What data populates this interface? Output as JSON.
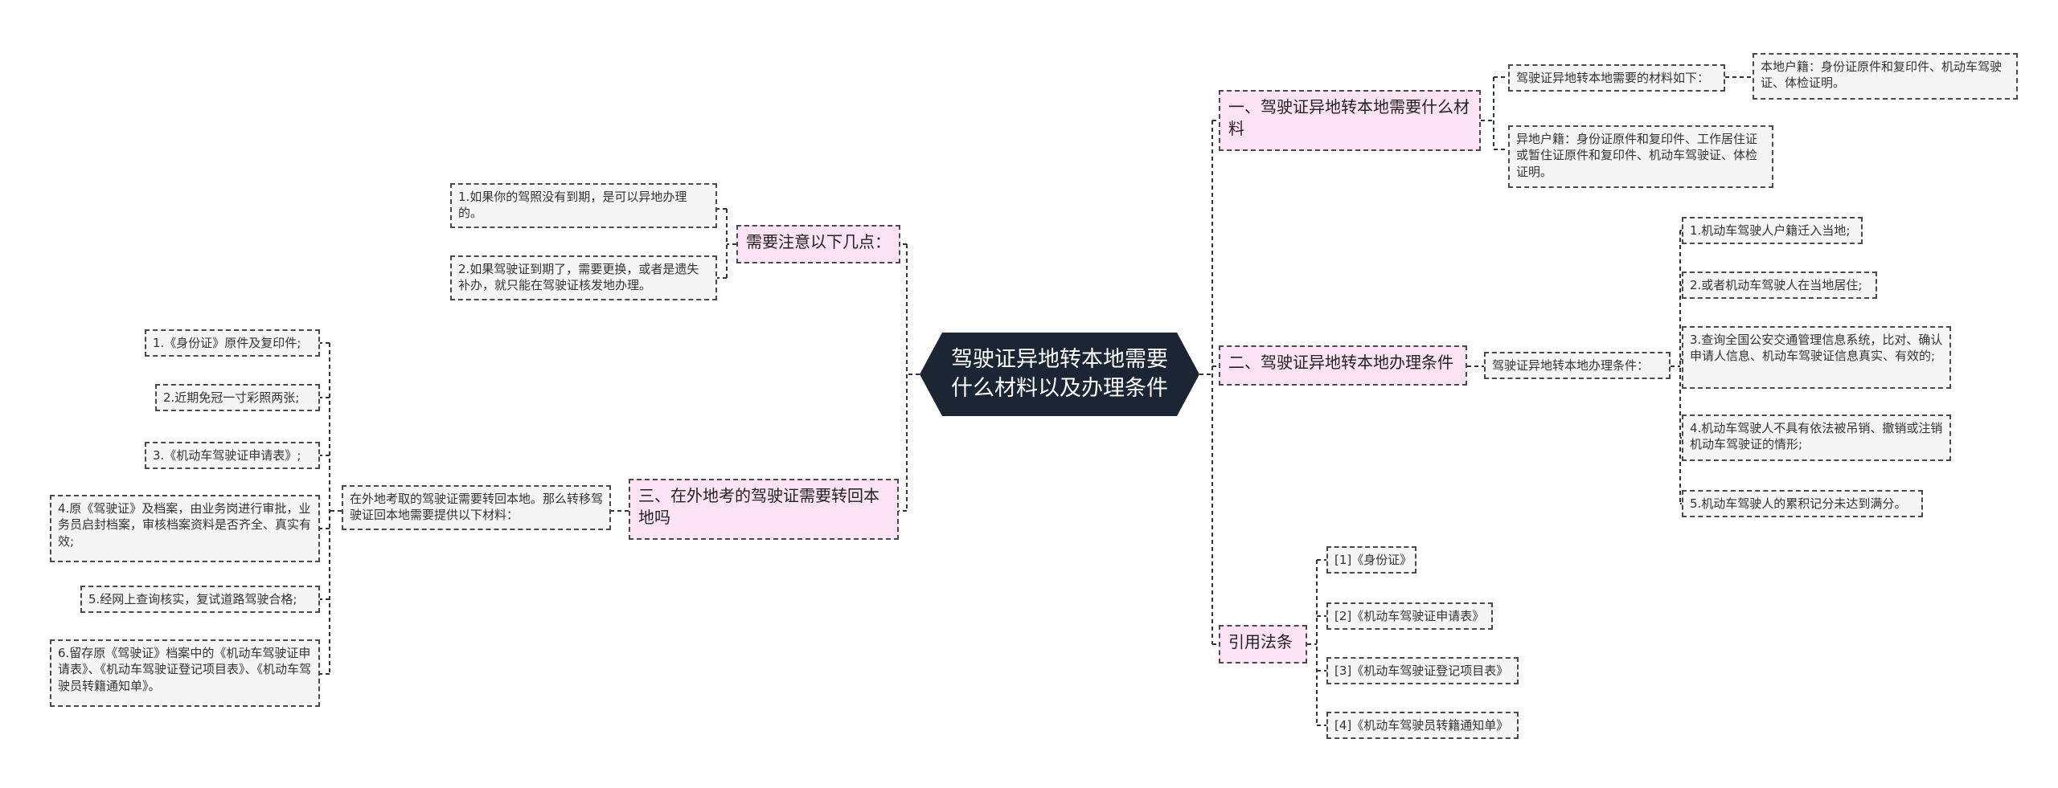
{
  "root": {
    "title": "驾驶证异地转本地需要什么材料以及办理条件"
  },
  "branches": {
    "materials": {
      "label": "一、驾驶证异地转本地需要什么材料",
      "sub": "驾驶证异地转本地需要的材料如下：",
      "local": "本地户籍：身份证原件和复印件、机动车驾驶证、体检证明。",
      "nonlocal": "异地户籍：身份证原件和复印件、工作居住证或暂住证原件和复印件、机动车驾驶证、体检证明。"
    },
    "conditions": {
      "label": "二、驾驶证异地转本地办理条件",
      "sub": "驾驶证异地转本地办理条件：",
      "items": [
        "1.机动车驾驶人户籍迁入当地;",
        "2.或者机动车驾驶人在当地居住;",
        "3.查询全国公安交通管理信息系统，比对、确认申请人信息、机动车驾驶证信息真实、有效的;",
        "4.机动车驾驶人不具有依法被吊销、撤销或注销机动车驾驶证的情形;",
        "5.机动车驾驶人的累积记分未达到满分。"
      ]
    },
    "references": {
      "label": "引用法条",
      "items": [
        "[1]《身份证》",
        "[2]《机动车驾驶证申请表》",
        "[3]《机动车驾驶证登记项目表》",
        "[4]《机动车驾驶员转籍通知单》"
      ]
    },
    "notes": {
      "label": "需要注意以下几点：",
      "items": [
        "1.如果你的驾照没有到期，是可以异地办理的。",
        "2.如果驾驶证到期了，需要更换，或者是遗失补办，就只能在驾驶证核发地办理。"
      ]
    },
    "transfer": {
      "label": "三、在外地考的驾驶证需要转回本地吗",
      "sub": "在外地考取的驾驶证需要转回本地。那么转移驾驶证回本地需要提供以下材料：",
      "items": [
        "1.《身份证》原件及复印件;",
        "2.近期免冠一寸彩照两张;",
        "3.《机动车驾驶证申请表》;",
        "4.原《驾驶证》及档案，由业务岗进行审批，业务员启封档案，审核档案资料是否齐全、真实有效;",
        "5.经网上查询核实，复试道路驾驶合格;",
        "6.留存原《驾驶证》档案中的《机动车驾驶证申请表》、《机动车驾驶证登记项目表》、《机动车驾驶员转籍通知单》。"
      ]
    }
  },
  "colors": {
    "root_fill": "#1b2533",
    "branch_fill": "#fbe3f3",
    "leaf_fill": "#f5f5f5",
    "line": "#333333"
  }
}
